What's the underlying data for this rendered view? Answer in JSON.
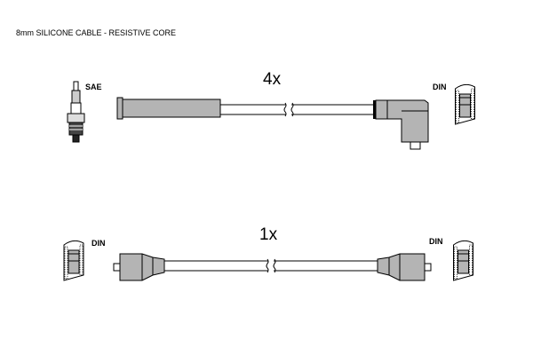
{
  "title": "8mm SILICONE CABLE - RESISTIVE CORE",
  "top_assembly": {
    "quantity": "4x",
    "left_label": "SAE",
    "right_label": "DIN"
  },
  "bottom_assembly": {
    "quantity": "1x",
    "left_label": "DIN",
    "right_label": "DIN"
  },
  "colors": {
    "part_fill": "#b4b4b4",
    "line": "#000000"
  }
}
